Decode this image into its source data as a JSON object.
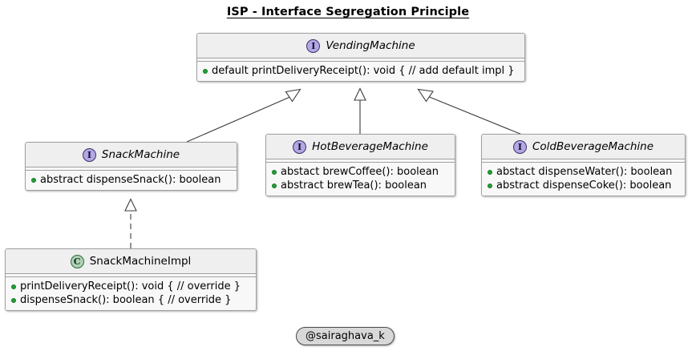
{
  "diagram": {
    "title": "ISP - Interface Segregation Principle",
    "footer_badge": "@sairaghava_k",
    "colors": {
      "interface_icon": "#b4a7e5",
      "class_icon": "#add1b2",
      "member_dot": "#21a038",
      "box_fill": "#f8f8f8",
      "header_fill": "#efefef",
      "border": "#a0a0a0",
      "badge_fill": "#d8d8d8"
    },
    "nodes": [
      {
        "id": "vending-machine",
        "name": "VendingMachine",
        "stereotype": "interface",
        "icon_letter": "I",
        "members": [
          "default printDeliveryReceipt(): void { // add default impl }"
        ]
      },
      {
        "id": "snack-machine",
        "name": "SnackMachine",
        "stereotype": "interface",
        "icon_letter": "I",
        "members": [
          "abstract dispenseSnack(): boolean"
        ]
      },
      {
        "id": "hot-beverage-machine",
        "name": "HotBeverageMachine",
        "stereotype": "interface",
        "icon_letter": "I",
        "members": [
          "abstact brewCoffee(): boolean",
          "abstract brewTea(): boolean"
        ]
      },
      {
        "id": "cold-beverage-machine",
        "name": "ColdBeverageMachine",
        "stereotype": "interface",
        "icon_letter": "I",
        "members": [
          "abstact dispenseWater(): boolean",
          "abstract dispenseCoke(): boolean"
        ]
      },
      {
        "id": "snack-machine-impl",
        "name": "SnackMachineImpl",
        "stereotype": "class",
        "icon_letter": "C",
        "members": [
          "printDeliveryReceipt(): void { // override }",
          "dispenseSnack(): boolean { // override }"
        ]
      }
    ],
    "relationships": [
      {
        "from": "snack-machine",
        "to": "vending-machine",
        "type": "extends",
        "line": "solid"
      },
      {
        "from": "hot-beverage-machine",
        "to": "vending-machine",
        "type": "extends",
        "line": "solid"
      },
      {
        "from": "cold-beverage-machine",
        "to": "vending-machine",
        "type": "extends",
        "line": "solid"
      },
      {
        "from": "snack-machine-impl",
        "to": "snack-machine",
        "type": "implements",
        "line": "dashed"
      }
    ]
  }
}
